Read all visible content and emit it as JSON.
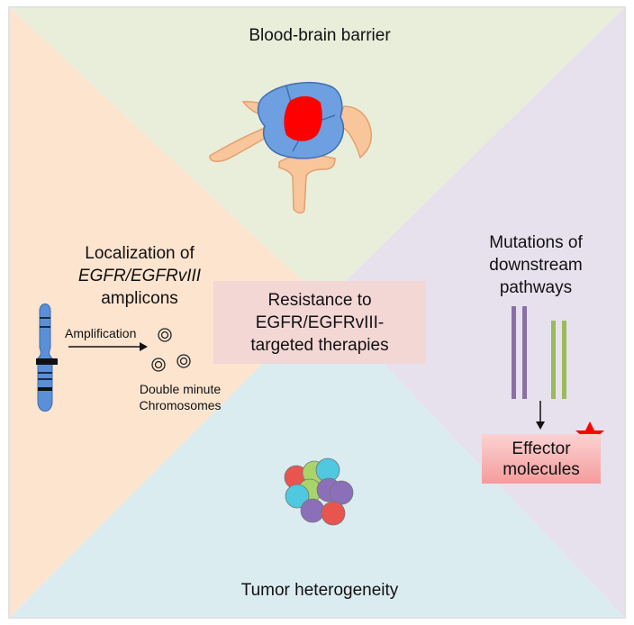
{
  "quadrants": {
    "top": {
      "label": "Blood-brain barrier",
      "color": "#e9eedb"
    },
    "left": {
      "label_line1": "Localization of",
      "label_line2": "EGFR/EGFRvIII",
      "label_line3": "amplicons",
      "color": "#fce4cf"
    },
    "right": {
      "label_line1": "Mutations of",
      "label_line2": "downstream",
      "label_line3": "pathways",
      "color": "#e7e1ee"
    },
    "bottom": {
      "label": "Tumor heterogeneity",
      "color": "#dbecf1"
    }
  },
  "center": {
    "line1": "Resistance to",
    "line2": "EGFR/EGFRvIII-",
    "line3": "targeted therapies"
  },
  "amplification_label": "Amplification",
  "double_minute_line1": "Double minute",
  "double_minute_line2": "Chromosomes",
  "effector_line1": "Effector",
  "effector_line2": "molecules",
  "colors": {
    "chromosome": "#5b8fd6",
    "bbb_cell": "#6e9fe0",
    "bbb_core": "#ff0000",
    "astrocyte": "#f9c69b",
    "pathway_purple": "#8a70a8",
    "pathway_green": "#9bbb59",
    "star": "#ff0000"
  }
}
